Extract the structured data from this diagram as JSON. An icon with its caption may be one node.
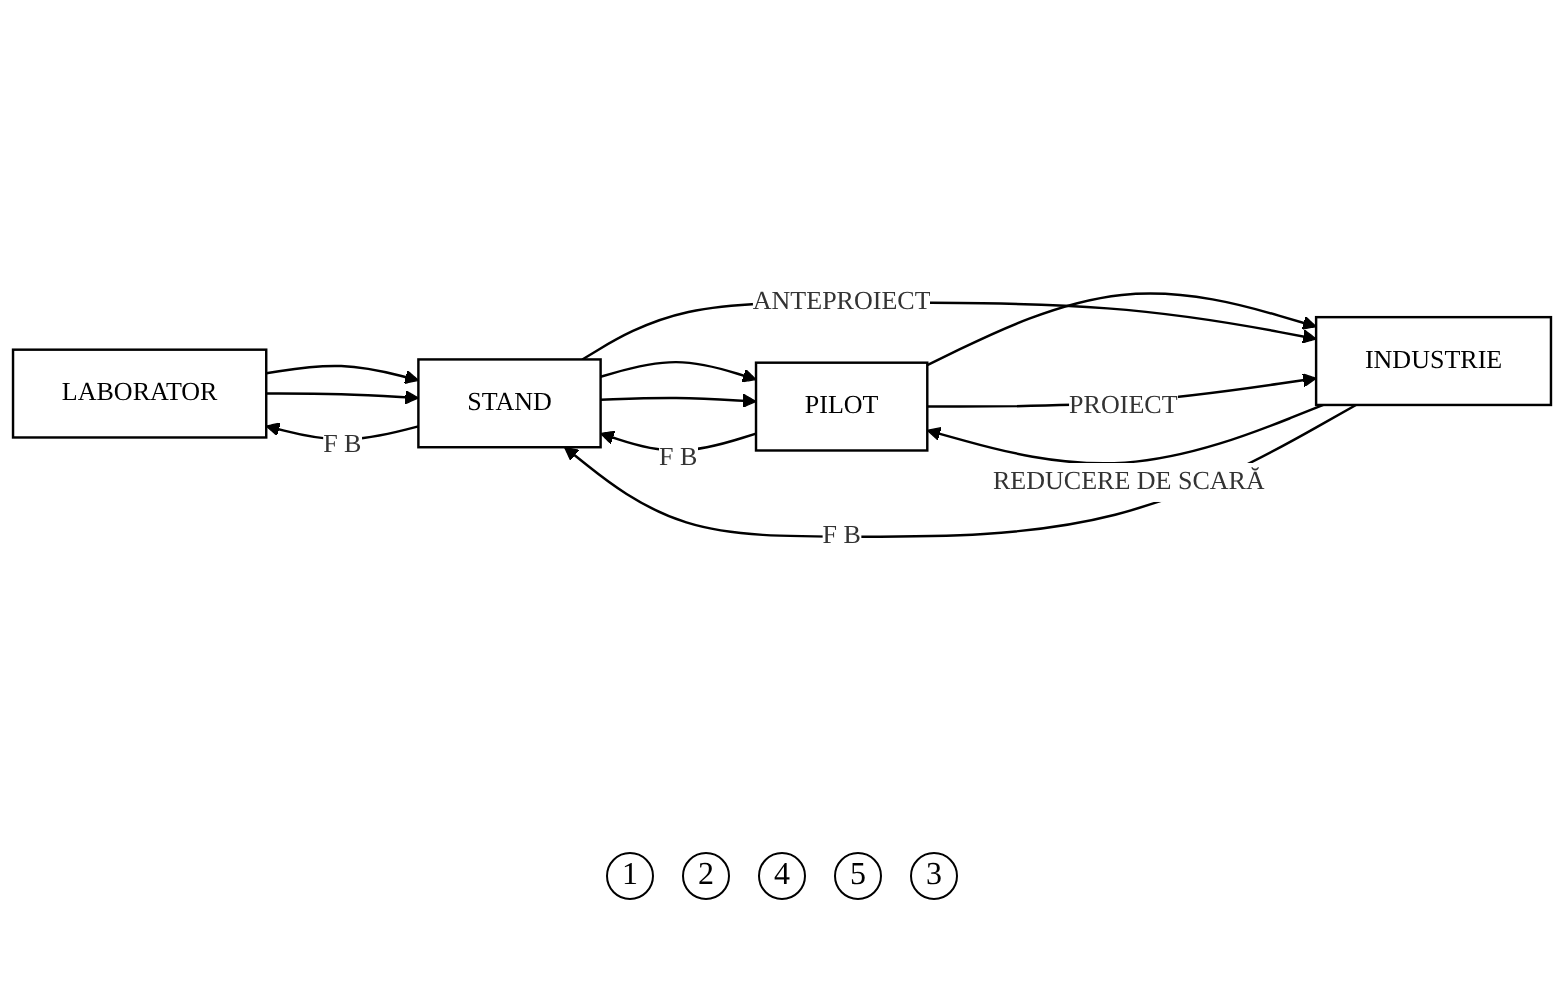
{
  "diagram": {
    "nodes": [
      {
        "text": [
          "LABORATOR"
        ]
      },
      {
        "text": [
          "STAND"
        ]
      },
      {
        "text": [
          "PILOT"
        ]
      },
      {
        "text": [
          "INDUSTRIE"
        ]
      }
    ],
    "edges": [
      {
        "from": 0,
        "to": 1,
        "arrow": "to"
      },
      {
        "from": 1,
        "to": 2,
        "arrow": "to"
      },
      {
        "from": 2,
        "to": 3,
        "arrow": "to"
      },
      {
        "from": 0,
        "to": 1,
        "arrow": "to"
      },
      {
        "from": 1,
        "to": 3,
        "arrow": "to",
        "label": "ANTEPROIECT"
      },
      {
        "from": 1,
        "to": 2,
        "arrow": "to"
      },
      {
        "from": 2,
        "to": 3,
        "arrow": "to",
        "label": "PROIECT"
      },
      {
        "from": 1,
        "to": 0,
        "arrow": "to",
        "label": "F B"
      },
      {
        "from": 2,
        "to": 1,
        "arrow": "to",
        "label": "F B"
      },
      {
        "from": 3,
        "to": 2,
        "arrow": "to",
        "label": "REDUCERE DE SCARĂ"
      },
      {
        "from": 3,
        "to": 1,
        "arrow": "to",
        "label": "F B"
      }
    ],
    "labels": [
      "1",
      "2",
      "4",
      "5",
      "3"
    ]
  }
}
